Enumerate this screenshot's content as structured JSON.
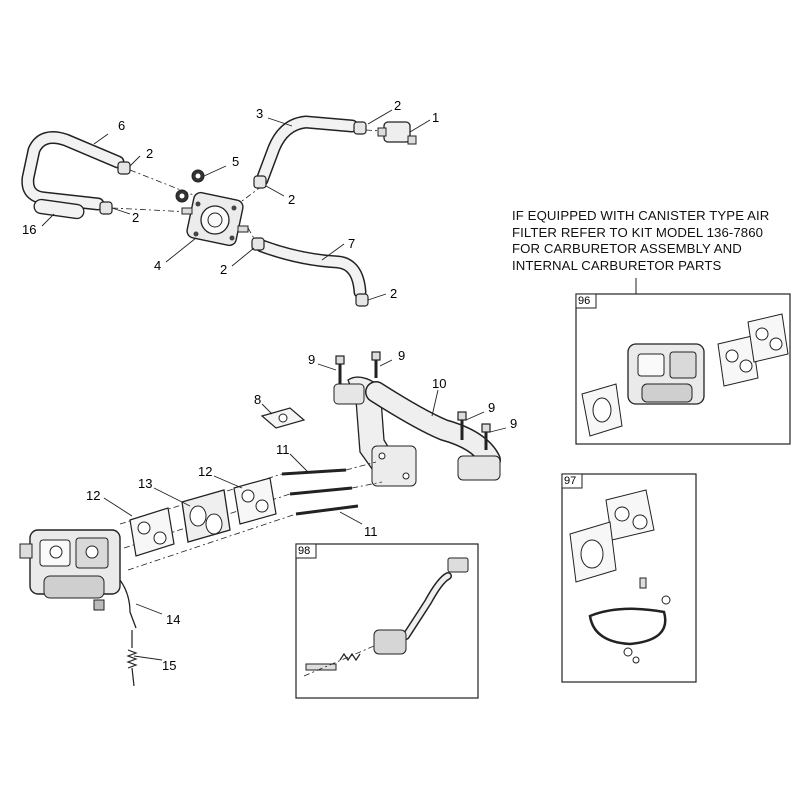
{
  "note": {
    "lines": [
      "IF EQUIPPED WITH CANISTER TYPE AIR",
      "FILTER REFER TO KIT MODEL 136-7860",
      "FOR CARBURETOR ASSEMBLY AND",
      "INTERNAL CARBURETOR PARTS"
    ]
  },
  "boxes": {
    "kit96": "96",
    "kit97": "97",
    "kit98": "98"
  },
  "callouts": {
    "c1": "1",
    "c2a": "2",
    "c2b": "2",
    "c2c": "2",
    "c2d": "2",
    "c2e": "2",
    "c2f": "2",
    "c3": "3",
    "c4": "4",
    "c5": "5",
    "c6": "6",
    "c7": "7",
    "c8": "8",
    "c9a": "9",
    "c9b": "9",
    "c9c": "9",
    "c9d": "9",
    "c10": "10",
    "c11a": "11",
    "c11b": "11",
    "c12a": "12",
    "c12b": "12",
    "c13": "13",
    "c14": "14",
    "c15": "15",
    "c16": "16"
  },
  "colors": {
    "line": "#222222",
    "part_fill": "#f2f2f2",
    "part_shade": "#c8c8c8",
    "dark": "#444444"
  }
}
